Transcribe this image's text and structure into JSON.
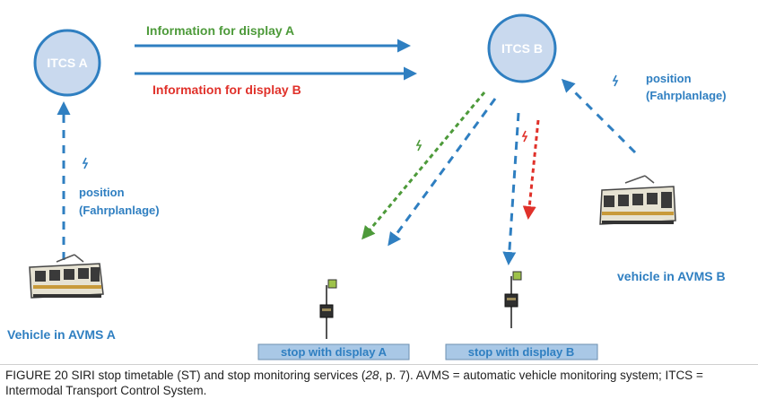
{
  "nodes": {
    "itcs_a": {
      "label": "ITCS A"
    },
    "itcs_b": {
      "label": "ITCS B"
    }
  },
  "labels": {
    "info_display_a": "Information for display A",
    "info_display_b": "Information for display B",
    "position_a_line1": "position",
    "position_a_line2": "(Fahrplanlage)",
    "position_b_line1": "position",
    "position_b_line2": "(Fahrplanlage)",
    "vehicle_a": "Vehicle in AVMS A",
    "vehicle_b": "vehicle in AVMS B",
    "stop_a": "stop with display A",
    "stop_b": "stop with display B"
  },
  "caption": {
    "part1": "FIGURE 20  SIRI stop timetable (ST) and stop monitoring services (",
    "ref": "28",
    "part2": ", p. 7). AVMS = automatic vehicle monitoring system; ITCS = Intermodal Transport Control System."
  },
  "colors": {
    "blue": "#2f7fc1",
    "node_fill": "#c9d9ee",
    "green": "#4d9a3a",
    "red": "#e0312a",
    "stop_box": "#a9c8e6"
  }
}
